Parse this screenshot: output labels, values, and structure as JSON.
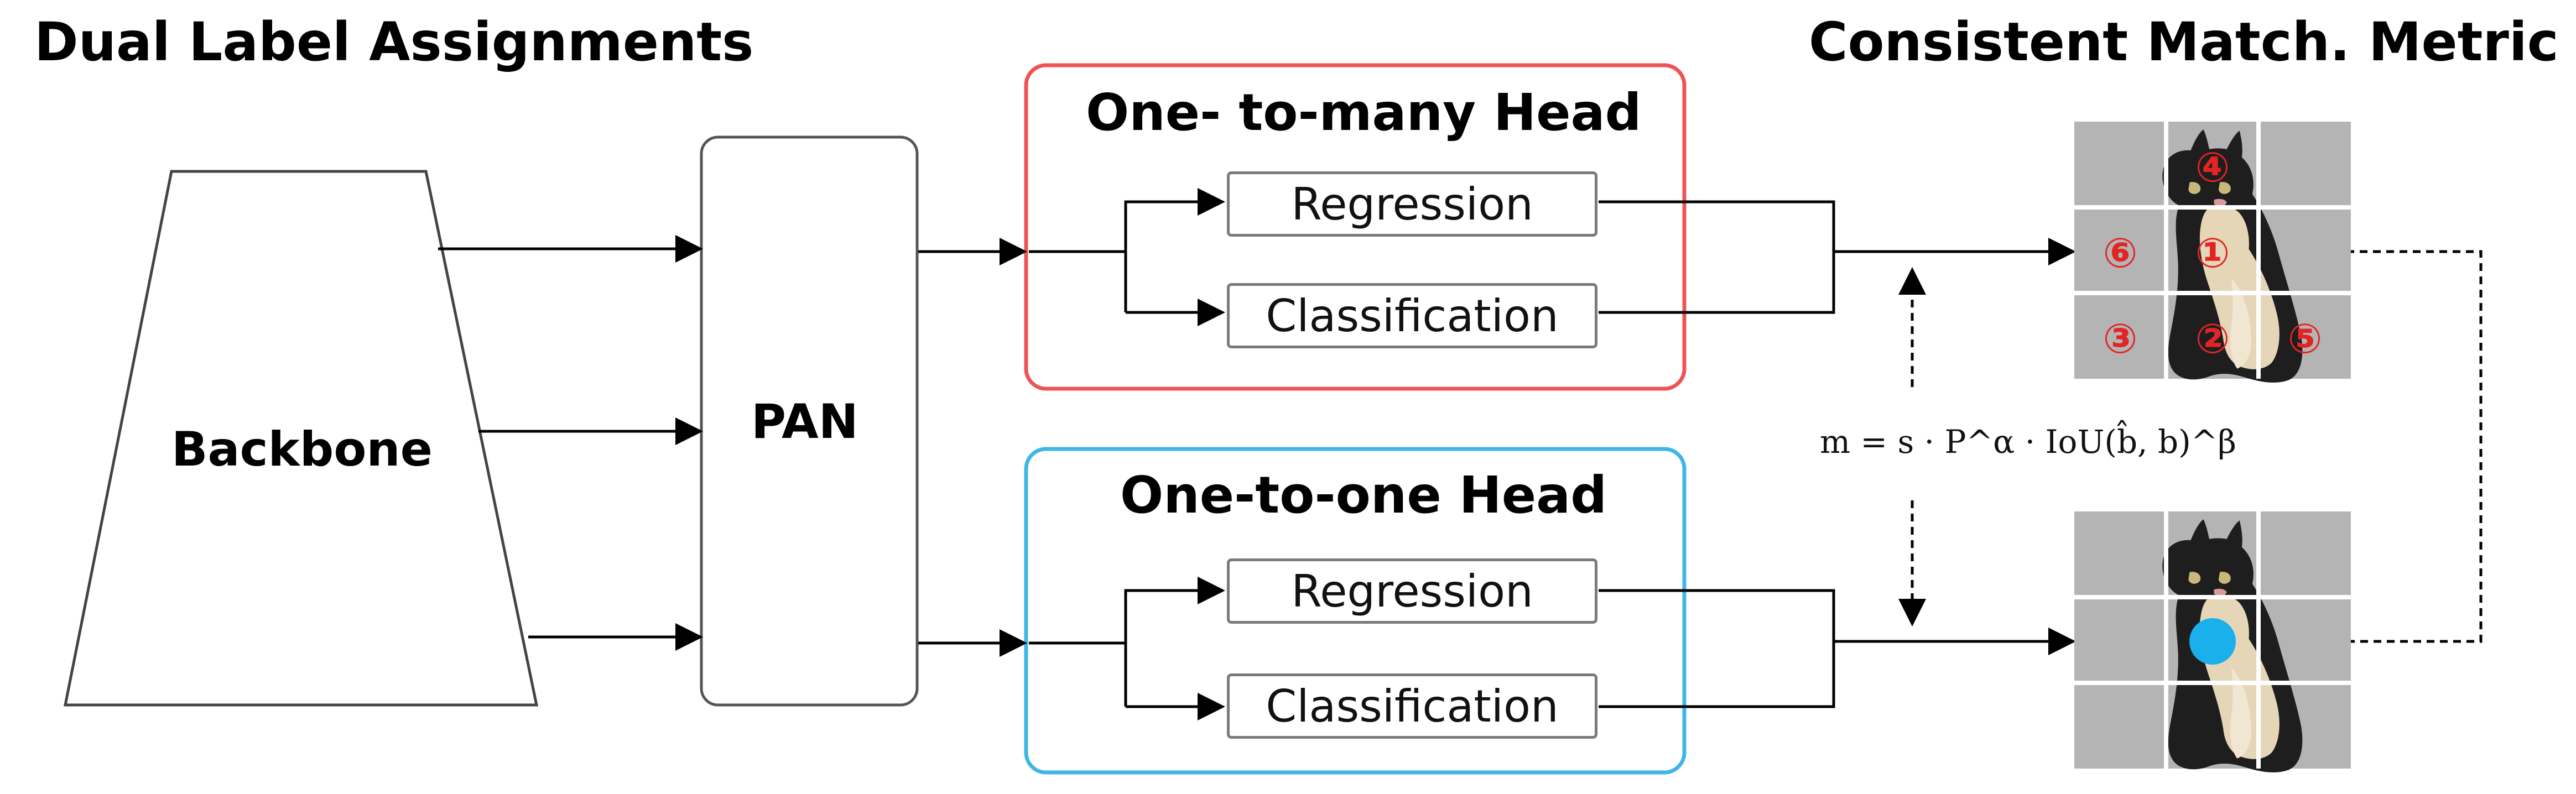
{
  "titles": {
    "left": "Dual Label Assignments",
    "right": "Consistent Match. Metric"
  },
  "nodes": {
    "backbone": "Backbone",
    "pan": "PAN"
  },
  "heads": {
    "one_to_many": {
      "title": "One- to-many Head",
      "regression": "Regression",
      "classification": "Classification",
      "border_color": "#ef5454"
    },
    "one_to_one": {
      "title": "One-to-one Head",
      "regression": "Regression",
      "classification": "Classification",
      "border_color": "#3fb6e6"
    }
  },
  "metric": {
    "formula": "m = s · P^α · IoU(b̂, b)^β"
  },
  "assignment_markers": [
    "④",
    "⑥",
    "①",
    "③",
    "②",
    "⑤"
  ],
  "colors": {
    "marker_red": "#e32424",
    "dot_blue": "#1ab0ec",
    "grid_gray": "#b4b4b4"
  },
  "icons": {
    "top_image": "cat-image",
    "bottom_image": "cat-image"
  }
}
